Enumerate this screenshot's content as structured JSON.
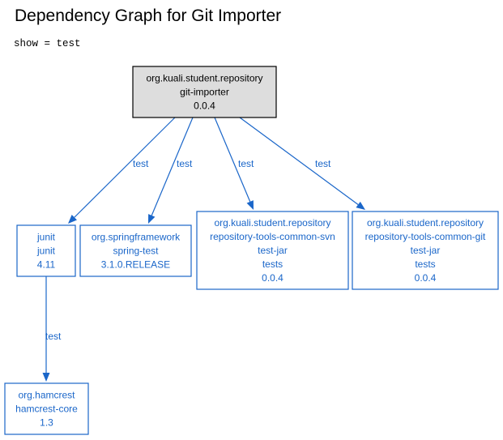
{
  "title": "Dependency Graph for Git Importer",
  "show_line": "show = test",
  "colors": {
    "edge": "#1a66c9",
    "root_fill": "#dddddd",
    "root_stroke": "#000000"
  },
  "nodes": {
    "git-importer": [
      "org.kuali.student.repository",
      "git-importer",
      "0.0.4"
    ],
    "junit": [
      "junit",
      "junit",
      "4.11"
    ],
    "spring-test": [
      "org.springframework",
      "spring-test",
      "3.1.0.RELEASE"
    ],
    "common-svn": [
      "org.kuali.student.repository",
      "repository-tools-common-svn",
      "test-jar",
      "tests",
      "0.0.4"
    ],
    "common-git": [
      "org.kuali.student.repository",
      "repository-tools-common-git",
      "test-jar",
      "tests",
      "0.0.4"
    ],
    "hamcrest-core": [
      "org.hamcrest",
      "hamcrest-core",
      "1.3"
    ]
  },
  "edges": [
    {
      "from": "git-importer",
      "to": "junit",
      "label": "test"
    },
    {
      "from": "git-importer",
      "to": "spring-test",
      "label": "test"
    },
    {
      "from": "git-importer",
      "to": "common-svn",
      "label": "test"
    },
    {
      "from": "git-importer",
      "to": "common-git",
      "label": "test"
    },
    {
      "from": "junit",
      "to": "hamcrest-core",
      "label": "test"
    }
  ]
}
